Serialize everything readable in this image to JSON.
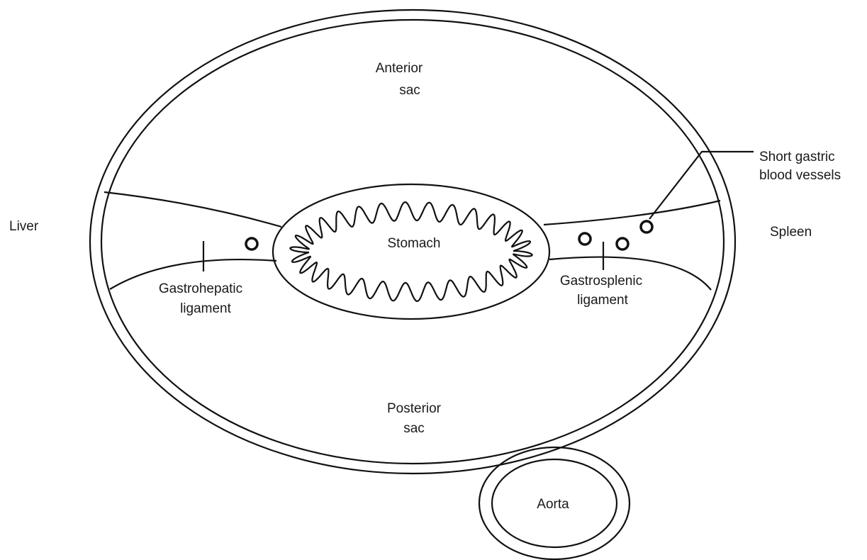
{
  "labels": {
    "anterior_sac": [
      "Anterior",
      "sac"
    ],
    "posterior_sac": [
      "Posterior",
      "sac"
    ],
    "stomach": "Stomach",
    "liver": "Liver",
    "spleen": "Spleen",
    "gastrohepatic_ligament": [
      "Gastrohepatic",
      "ligament"
    ],
    "gastrosplenic_ligament": [
      "Gastrosplenic",
      "ligament"
    ],
    "short_gastric_vessels": [
      "Short gastric",
      "blood vessels"
    ],
    "aorta": "Aorta"
  },
  "colors": {
    "line": "#111111",
    "text": "#1a1a1a",
    "background": "#ffffff"
  }
}
